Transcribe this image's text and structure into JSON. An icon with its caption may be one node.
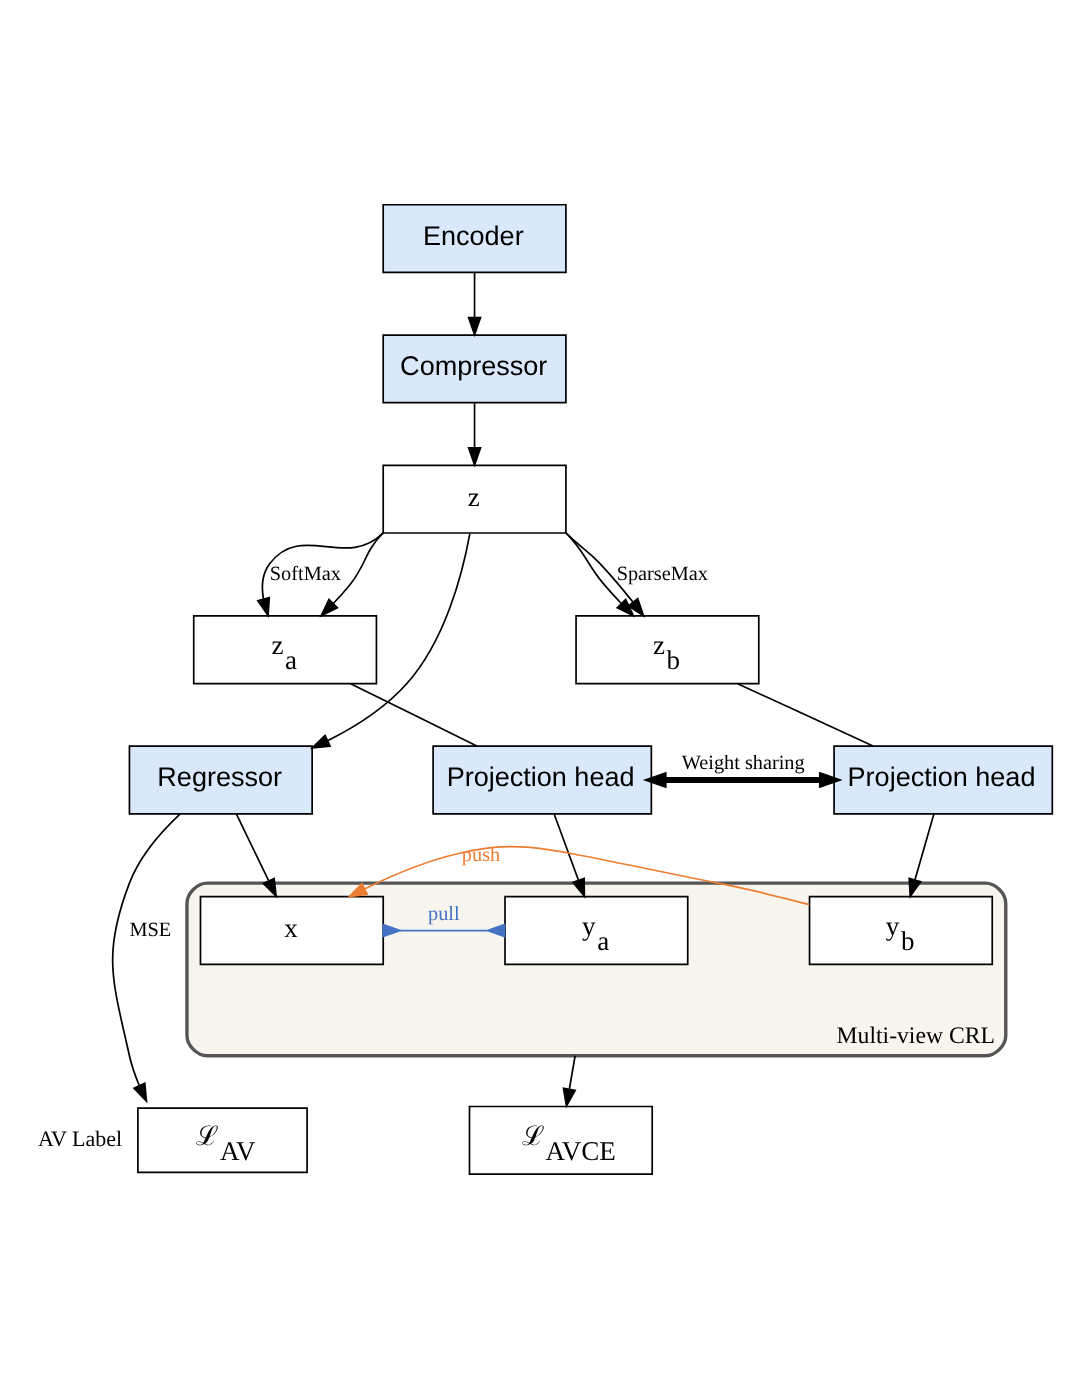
{
  "diagram": {
    "nodes": [
      {
        "text": [
          "Encoder"
        ]
      },
      {
        "text": [
          "Compressor"
        ]
      },
      {
        "text": [
          "z"
        ]
      },
      {
        "text": [
          "z$_{a}$"
        ]
      },
      {
        "text": [
          "z$_{b}$"
        ]
      },
      {
        "text": [
          "Regressor"
        ]
      },
      {
        "text": [
          "Projection head"
        ]
      },
      {
        "text": [
          "Projection head"
        ]
      },
      {
        "text": [
          "Multi-view CRL"
        ]
      },
      {
        "text": [
          "x"
        ],
        "in": 8
      },
      {
        "text": [
          "y$_{a}$"
        ],
        "in": 8
      },
      {
        "text": [
          "y$_{b}$"
        ],
        "in": 8
      },
      {
        "text": [
          "ℒ$_{AV}$"
        ],
        "beside": [
          "AV Label"
        ]
      },
      {
        "text": [
          "ℒ$_{AVCE}$"
        ]
      }
    ],
    "edges": [
      {
        "from": 0,
        "to": 1,
        "arrow": "to"
      },
      {
        "from": 1,
        "to": 2,
        "arrow": "to"
      },
      {
        "from": 2,
        "to": 5,
        "arrow": "to"
      },
      {
        "from": 2,
        "to": 3,
        "arrow": "to",
        "label": "SoftMax"
      },
      {
        "from": 2,
        "to": 4,
        "arrow": "to"
      },
      {
        "from": 2,
        "to": 3,
        "arrow": "to"
      },
      {
        "from": 2,
        "to": 4,
        "arrow": "to",
        "label": "SparseMax"
      },
      {
        "from": 3,
        "to": 6,
        "arrow": "none"
      },
      {
        "from": 4,
        "to": 7,
        "arrow": "none"
      },
      {
        "from": 6,
        "to": 7,
        "arrow": "both",
        "style": "thick",
        "label": "Weight sharing"
      },
      {
        "from": 5,
        "to": 9,
        "arrow": "to"
      },
      {
        "from": 6,
        "to": 10,
        "arrow": "to"
      },
      {
        "from": 7,
        "to": 11,
        "arrow": "to"
      },
      {
        "from": 9,
        "to": 10,
        "arrow": "other",
        "color": "#4472c4",
        "label": "pull"
      },
      {
        "from": 11,
        "to": 9,
        "arrow": "to",
        "color": "#ed7d31",
        "label": "push"
      },
      {
        "from": 5,
        "to": 12,
        "arrow": "to",
        "label": "MSE"
      },
      {
        "from": 8,
        "to": 13,
        "arrow": "to"
      }
    ]
  }
}
